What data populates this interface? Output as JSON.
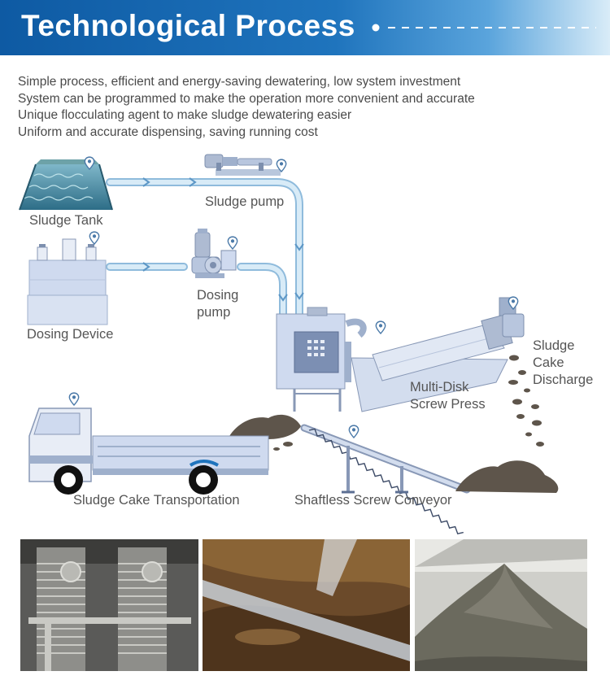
{
  "header": {
    "title": "Technological Process",
    "accent": "#1f74bd"
  },
  "intro": {
    "lines": [
      "Simple process, efficient and energy-saving dewatering, low system investment",
      "System can be programmed to make the operation more convenient and accurate",
      "Unique flocculating agent to make sludge dewatering easier",
      "Uniform and accurate dispensing, saving running cost"
    ]
  },
  "labels": {
    "sludge_tank": "Sludge Tank",
    "sludge_pump": "Sludge pump",
    "dosing_device": "Dosing Device",
    "dosing_pump": [
      "Dosing",
      "pump"
    ],
    "multi_disk_screw_press": [
      "Multi-Disk",
      "Screw Press"
    ],
    "sludge_cake_discharge": [
      "Sludge",
      "Cake",
      "Discharge"
    ],
    "sludge_cake_transportation": "Sludge Cake Transportation",
    "shaftless_screw_conveyor": "Shaftless Screw Conveyor"
  },
  "colors": {
    "pipe": "#bcd9ee",
    "pipe_edge": "#8fbbdc",
    "equipment": "#cfdaef",
    "equipment_dark": "#9fb0cc",
    "location_marker": "#4a79a8",
    "sludge": "#5e554b"
  }
}
